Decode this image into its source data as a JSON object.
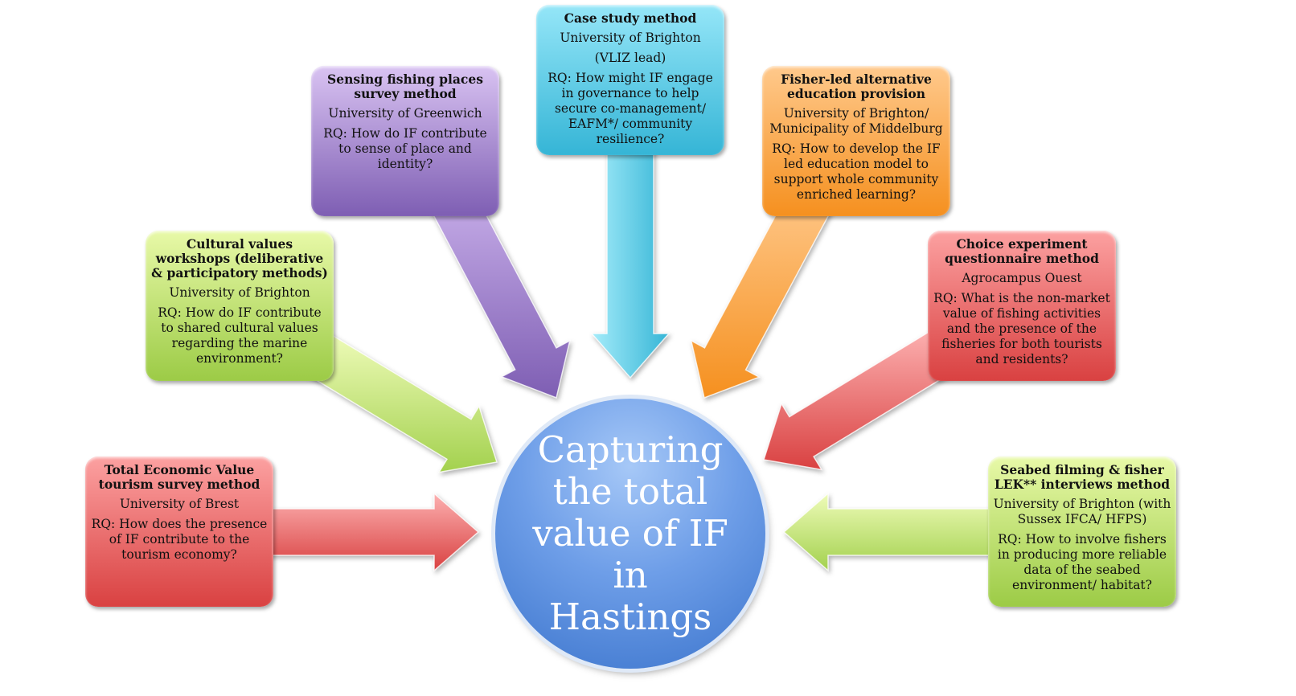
{
  "center": {
    "text": "Capturing the total value of IF in Hastings"
  },
  "boxes": [
    {
      "title": "Total Economic Value tourism survey method",
      "org": "University of Brest",
      "rq": "RQ: How does the presence of IF contribute to the tourism economy?",
      "color": "#d94141"
    },
    {
      "title": "Cultural values workshops (deliberative & participatory methods)",
      "org": "University of Brighton",
      "rq": "RQ: How do IF contribute to shared cultural values regarding the marine environment?",
      "color": "#9ccb46"
    },
    {
      "title": "Sensing fishing places survey method",
      "org": "University of Greenwich",
      "rq": "RQ: How do IF contribute to sense of place and identity?",
      "color": "#7e5eb3"
    },
    {
      "title": "Case study method",
      "org": "University of Brighton",
      "org2": "(VLIZ lead)",
      "rq": "RQ: How might IF engage in governance to help secure co-management/ EAFM*/ community resilience?",
      "color": "#35b5d6"
    },
    {
      "title": "Fisher-led alternative education provision",
      "org": "University of Brighton/ Municipality of Middelburg",
      "rq": "RQ: How to develop the IF led education model to support whole community enriched learning?",
      "color": "#f5901f"
    },
    {
      "title": "Choice experiment questionnaire method",
      "org": "Agrocampus Ouest",
      "rq": "RQ: What is the non-market value of fishing activities and the presence of the fisheries for both tourists and residents?",
      "color": "#d94141"
    },
    {
      "title": "Seabed filming & fisher LEK** interviews method",
      "org": "University of Brighton (with Sussex IFCA/ HFPS)",
      "rq": "RQ: How to involve fishers in producing more reliable data of the seabed environment/ habitat?",
      "color": "#9ccb46"
    }
  ]
}
